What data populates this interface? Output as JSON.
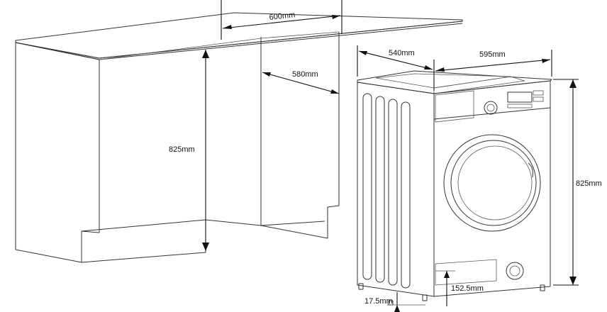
{
  "dimensions": {
    "cabinet_width": "600mm",
    "cabinet_depth": "580mm",
    "cabinet_height": "825mm",
    "machine_depth": "540mm",
    "machine_width": "595mm",
    "machine_height": "825mm",
    "foot_height": "17.5mm",
    "foot_offset": "152.5mm"
  },
  "colors": {
    "outline": "#333333",
    "dimension": "#111111",
    "background": "#ffffff"
  }
}
